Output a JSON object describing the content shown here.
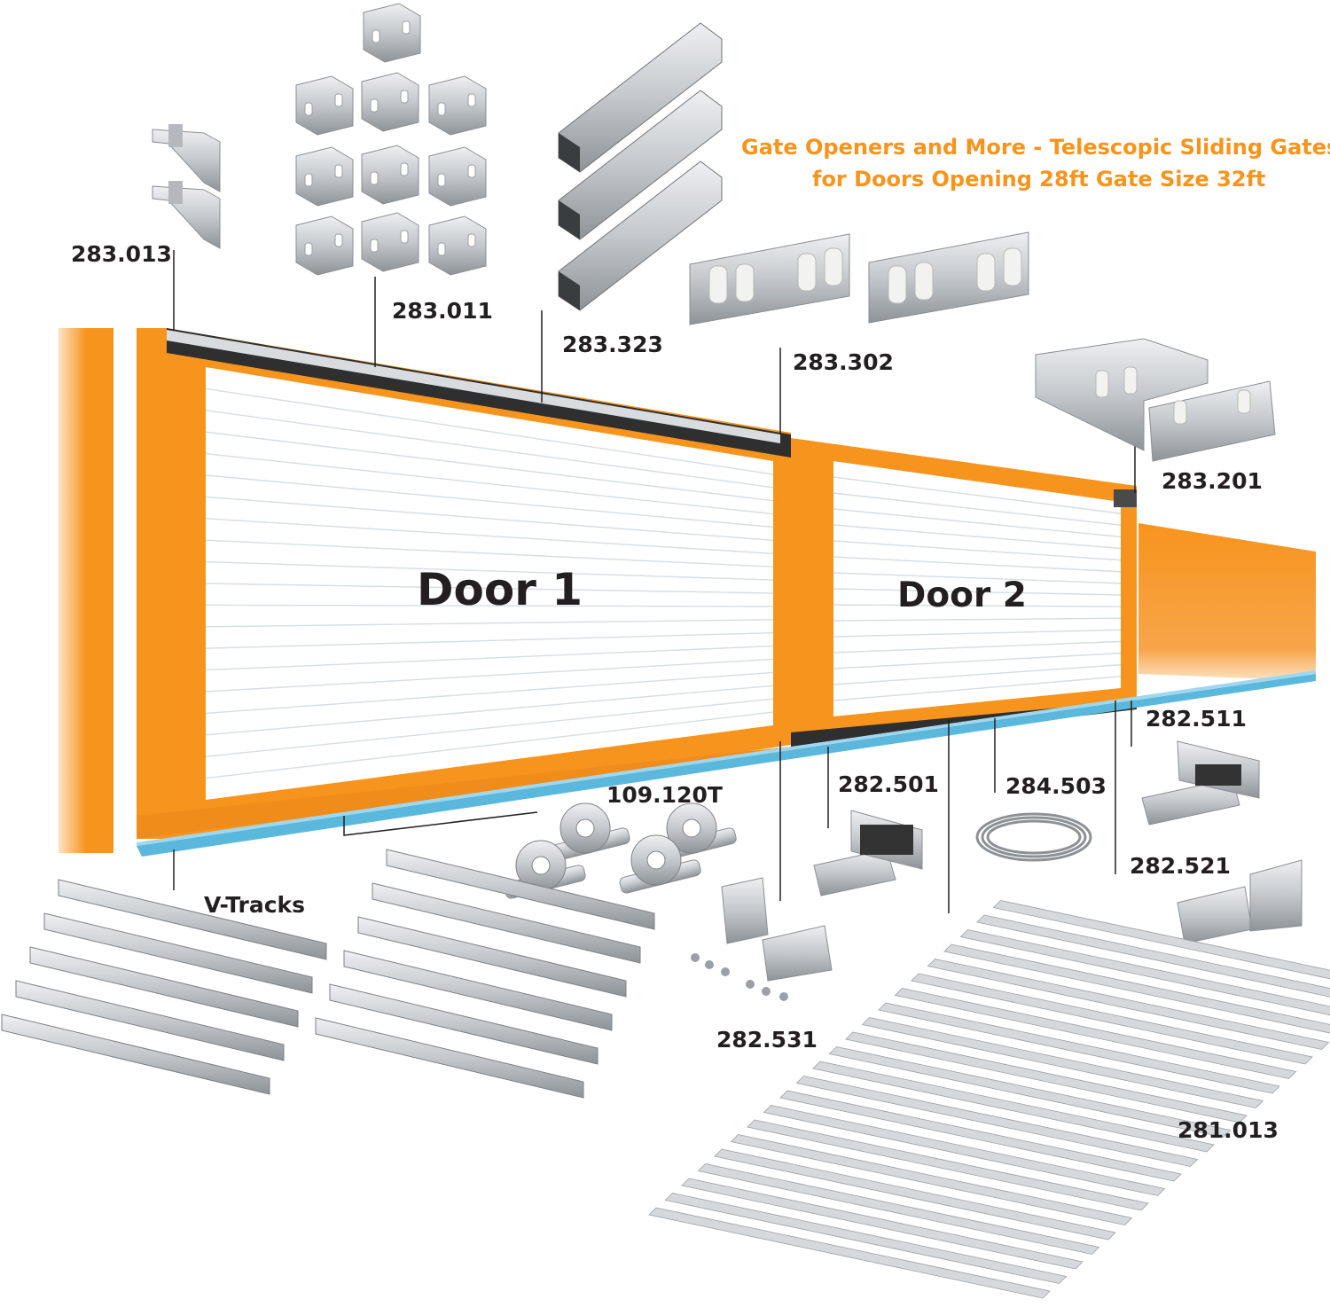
{
  "title": {
    "line1": "Gate Openers and More - Telescopic Sliding Gates",
    "line2": "for Doors Opening 28ft Gate Size 32ft"
  },
  "doors": {
    "door1": "Door 1",
    "door2": "Door 2"
  },
  "parts": {
    "p283013": "283.013",
    "p283011": "283.011",
    "p283323": "283.323",
    "p283302": "283.302",
    "p283201": "283.201",
    "p282511": "282.511",
    "p282501": "282.501",
    "p284503": "284.503",
    "p109120T": "109.120T",
    "p282521": "282.521",
    "vtracks": "V-Tracks",
    "p282531": "282.531",
    "p281013": "281.013"
  },
  "colors": {
    "orange": "#f7941d",
    "track_blue": "#5bb8dd",
    "rail_dark": "#3a3a3a",
    "steel": "#c9cdd1",
    "label": "#231f20"
  }
}
